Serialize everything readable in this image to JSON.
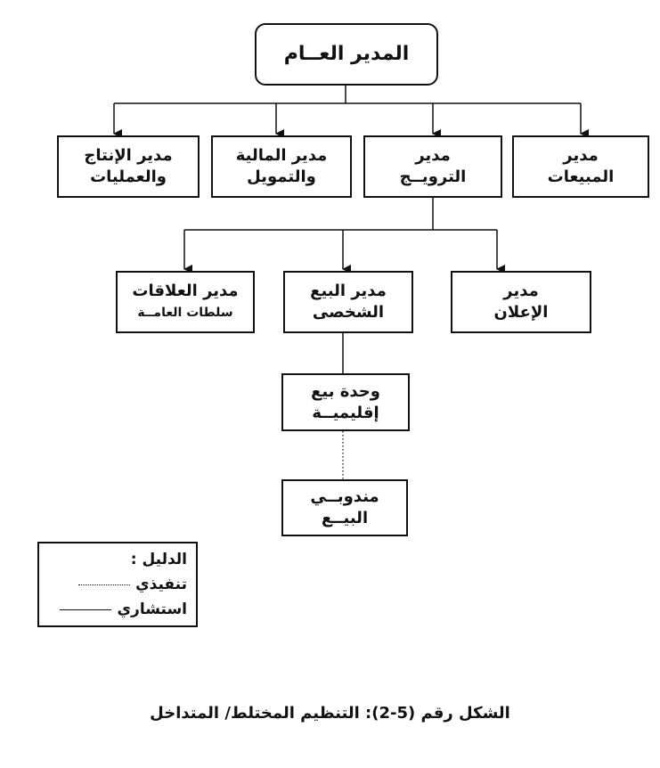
{
  "nodes": {
    "gm": {
      "lines": [
        "المدير العــام"
      ]
    },
    "sales": {
      "lines": [
        "مدير",
        "المبيعات"
      ]
    },
    "promo": {
      "lines": [
        "مدير",
        "الترويــج"
      ]
    },
    "finance": {
      "lines": [
        "مدير المالية",
        "والتمويل"
      ]
    },
    "production": {
      "lines": [
        "مدير الإنتاج",
        "والعمليات"
      ]
    },
    "advertising": {
      "lines": [
        "مدير",
        "الإعلان"
      ]
    },
    "personal_selling": {
      "lines": [
        "مدير البيع",
        "الشخصى"
      ]
    },
    "public_relations": {
      "lines": [
        "مدير العلاقات",
        "سلطات العامــة"
      ]
    },
    "regional_unit": {
      "lines": [
        "وحدة بيع",
        "إقليميــة"
      ]
    },
    "sales_reps": {
      "lines": [
        "مندوبــي",
        "البيــع"
      ]
    }
  },
  "legend": {
    "title": "الدليل :",
    "executive": "تنفيذي",
    "advisory": "استشاري"
  },
  "caption": "الشكل رقم (5-2): التنظيم المختلط/ المتداخل"
}
